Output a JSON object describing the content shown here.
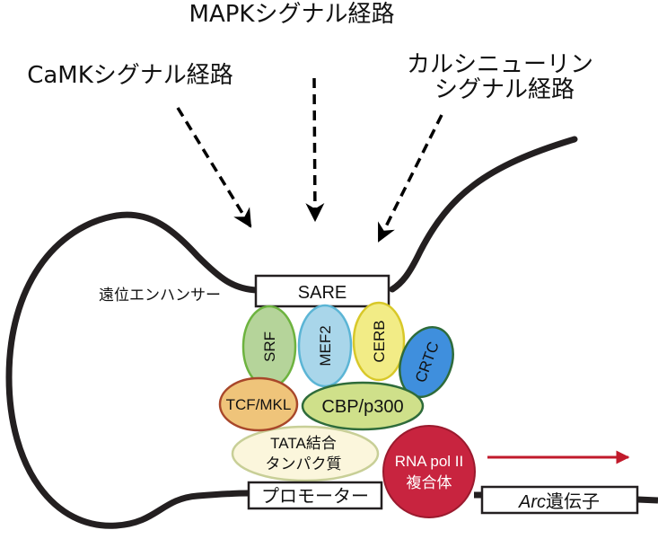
{
  "pathways": {
    "mapk": "MAPKシグナル経路",
    "camk": "CaMKシグナル経路",
    "calcineurin_line1": "カルシニューリン",
    "calcineurin_line2": "シグナル経路"
  },
  "enhancer": {
    "label": "遠位エンハンサー",
    "box": "SARE"
  },
  "proteins": {
    "srf": "SRF",
    "mef2": "MEF2",
    "cerb": "CERB",
    "crtc": "CRTC",
    "tcf_mkl": "TCF/MKL",
    "cbp_p300": "CBP/p300",
    "tata_line1": "TATA結合",
    "tata_line2": "タンパク質",
    "rnapol_line1": "RNA pol II",
    "rnapol_line2": "複合体"
  },
  "promoter": {
    "box": "プロモーター"
  },
  "gene": {
    "italic": "Arc",
    "rest": "遺伝子"
  },
  "colors": {
    "dna": "#231f20",
    "srf_fill": "#b5d49a",
    "srf_stroke": "#6db33f",
    "mef2_fill": "#a9d6ea",
    "mef2_stroke": "#5bb5d5",
    "cerb_fill": "#f2ec86",
    "cerb_stroke": "#d8c829",
    "crtc_fill": "#3f8fdd",
    "crtc_stroke": "#2e6b3a",
    "tcf_fill": "#efc47a",
    "tcf_stroke": "#a8472a",
    "cbp_fill": "#cfe08a",
    "cbp_stroke": "#2e6b3a",
    "tata_fill": "#fbf6dc",
    "tata_stroke": "#c8cf97",
    "rnapol_fill": "#c8243f",
    "rnapol_stroke": "#9b1a2e",
    "transcription_arrow": "#c11a2b"
  }
}
